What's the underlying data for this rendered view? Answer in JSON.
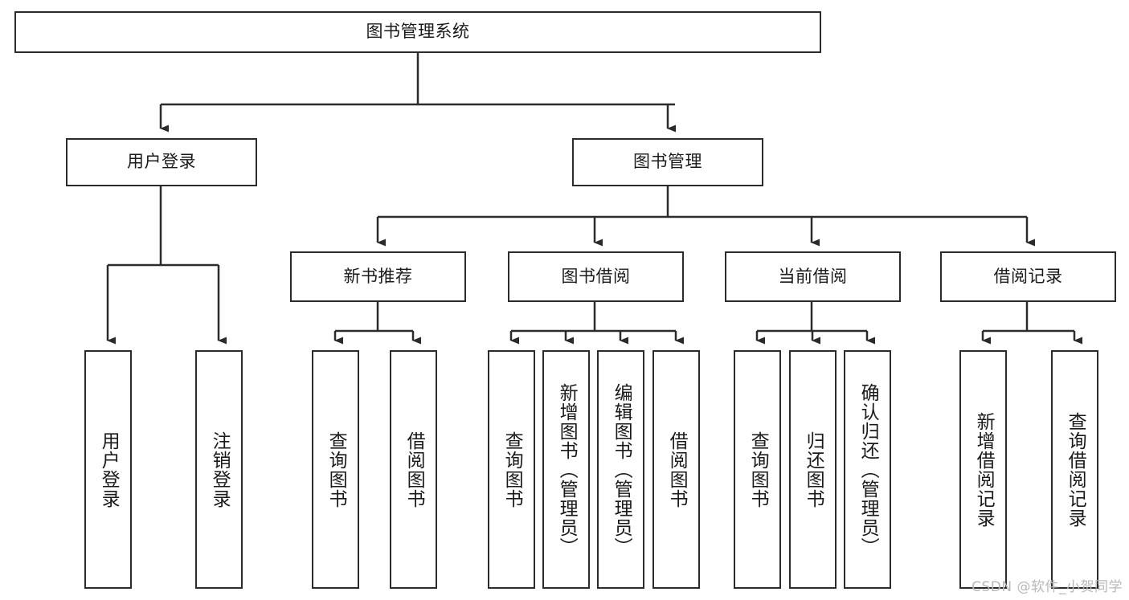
{
  "diagram": {
    "title": "图书管理系统",
    "type": "tree",
    "watermark": "CSDN @软件_小贺同学",
    "colors": {
      "border": "#2b2b2b",
      "background": "#ffffff",
      "text": "#1a1a1a",
      "watermark": "#b8b8b8"
    },
    "nodes": {
      "root": {
        "label": "图书管理系统"
      },
      "level2": [
        {
          "label": "用户登录"
        },
        {
          "label": "图书管理"
        }
      ],
      "level3": [
        {
          "label": "新书推荐"
        },
        {
          "label": "图书借阅"
        },
        {
          "label": "当前借阅"
        },
        {
          "label": "借阅记录"
        }
      ],
      "leaves": {
        "user_login": [
          {
            "label": "用户登录"
          },
          {
            "label": "注销登录"
          }
        ],
        "new_book_recommend": [
          {
            "label": "查询图书"
          },
          {
            "label": "借阅图书"
          }
        ],
        "book_borrow": [
          {
            "label": "查询图书"
          },
          {
            "label": "新增图书（管理员）"
          },
          {
            "label": "编辑图书（管理员）"
          },
          {
            "label": "借阅图书"
          }
        ],
        "current_borrow": [
          {
            "label": "查询图书"
          },
          {
            "label": "归还图书"
          },
          {
            "label": "确认归还（管理员）"
          }
        ],
        "borrow_record": [
          {
            "label": "新增借阅记录"
          },
          {
            "label": "查询借阅记录"
          }
        ]
      }
    }
  }
}
